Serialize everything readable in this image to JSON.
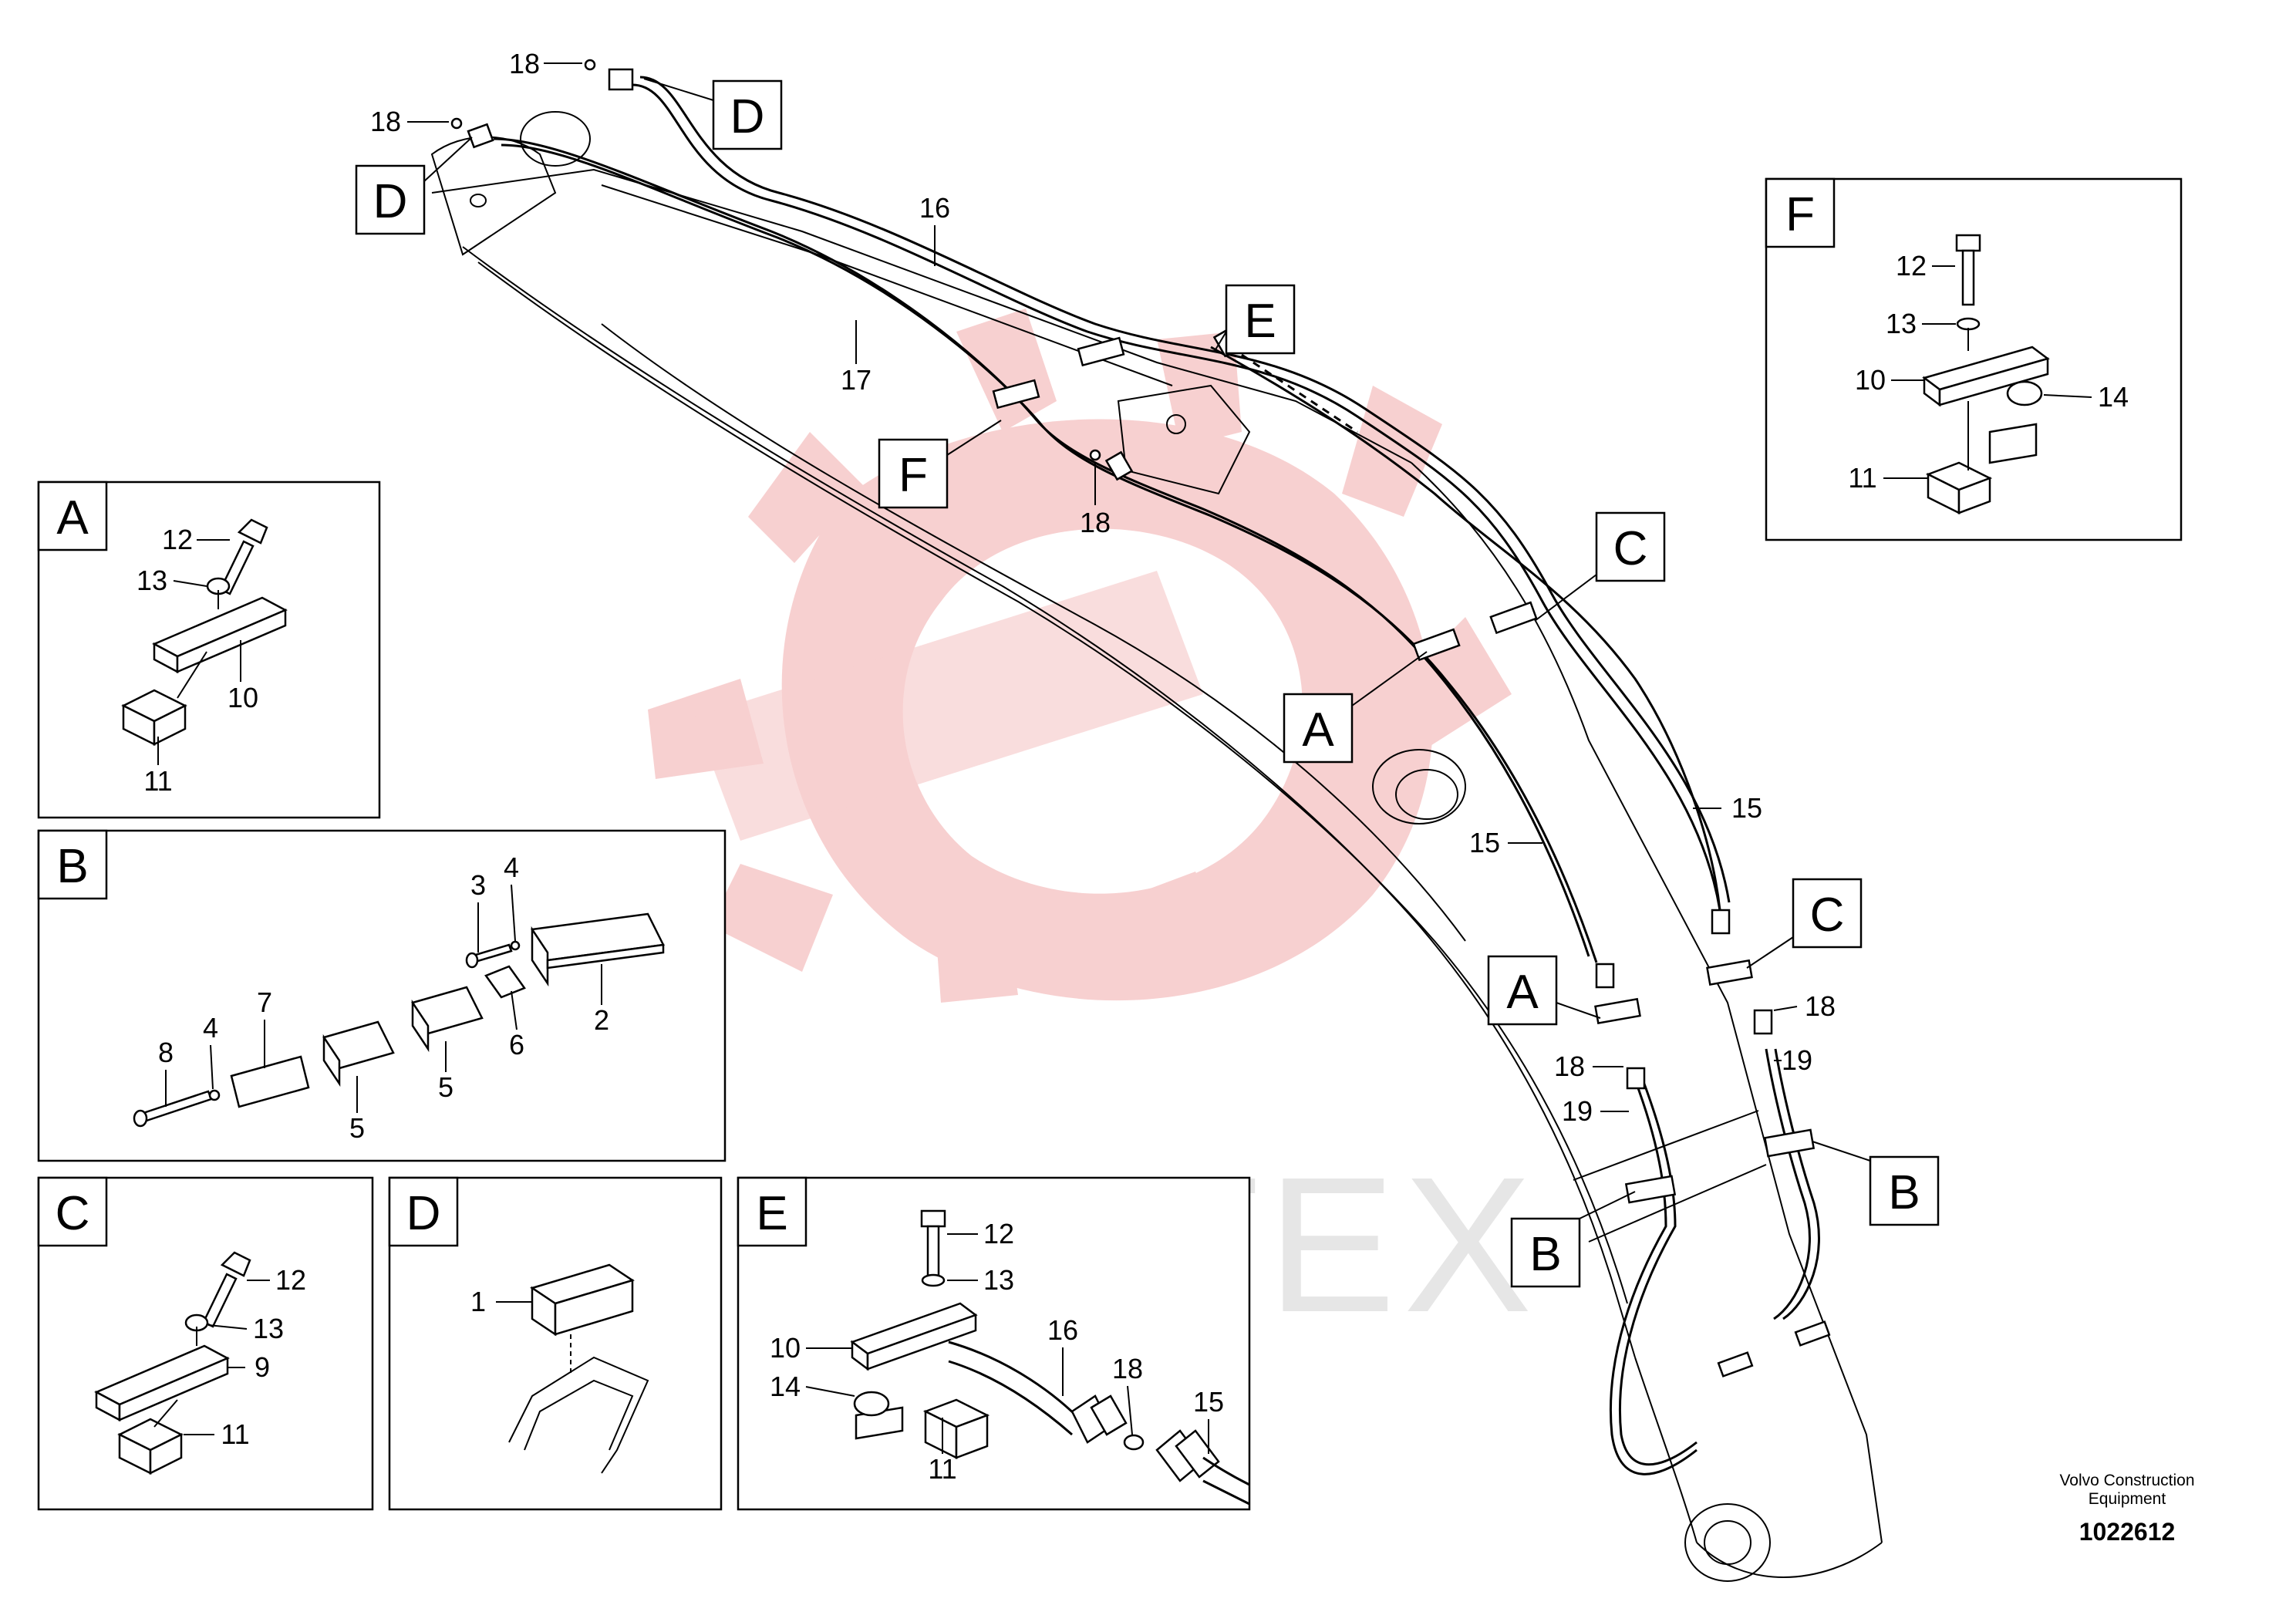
{
  "watermark": {
    "text": "ИНТЕХ",
    "color": "#f3b9b9"
  },
  "main_labels": {
    "D1": "D",
    "D2": "D",
    "E": "E",
    "F": "F",
    "A1": "A",
    "A2": "A",
    "C1": "C",
    "C2": "C",
    "B1": "B",
    "B2": "B"
  },
  "main_callouts": {
    "p18a": "18",
    "p18b": "18",
    "p16": "16",
    "p17": "17",
    "p18c": "18",
    "p15a": "15",
    "p15b": "15",
    "p18d": "18",
    "p19a": "19",
    "p18e": "18",
    "p19b": "19"
  },
  "inset_A": {
    "label": "A",
    "parts": [
      "12",
      "13",
      "10",
      "11"
    ]
  },
  "inset_B": {
    "label": "B",
    "parts": [
      "3",
      "4",
      "7",
      "8",
      "4",
      "5",
      "5",
      "6",
      "2"
    ]
  },
  "inset_C": {
    "label": "C",
    "parts": [
      "12",
      "13",
      "9",
      "11"
    ]
  },
  "inset_D": {
    "label": "D",
    "parts": [
      "1"
    ]
  },
  "inset_E": {
    "label": "E",
    "parts": [
      "12",
      "13",
      "10",
      "14",
      "16",
      "18",
      "15",
      "11"
    ]
  },
  "inset_F": {
    "label": "F",
    "parts": [
      "12",
      "13",
      "10",
      "14",
      "11"
    ]
  },
  "footer": {
    "brand_line1": "Volvo Construction",
    "brand_line2": "Equipment",
    "doc_number": "1022612"
  }
}
